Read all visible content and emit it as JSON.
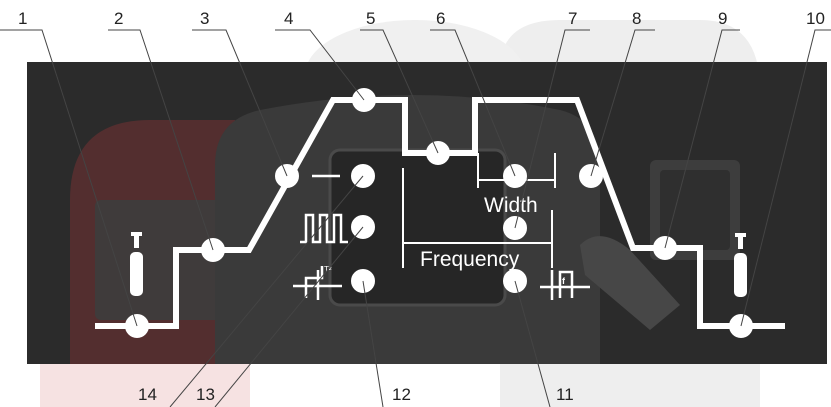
{
  "diagram": {
    "callouts_top": [
      "1",
      "2",
      "3",
      "4",
      "5",
      "6",
      "7",
      "8",
      "9",
      "10"
    ],
    "callouts_bottom": [
      "14",
      "13",
      "12",
      "11"
    ],
    "labels": {
      "width": "Width",
      "frequency": "Frequency"
    },
    "icons": {
      "left_gas": "gas-cylinder-icon",
      "right_gas": "gas-cylinder-icon",
      "continuous": "continuous-line-icon",
      "pulse": "pulse-waveform-icon",
      "spot": "spot-timer-icon",
      "frequency_adjust": "frequency-adjust-icon"
    },
    "colors": {
      "panel": "#2b2b2b",
      "wave": "#ffffff",
      "dot": "#e8e8e8",
      "background_tint": "#f4d6d6",
      "callout_text": "#222222"
    }
  }
}
